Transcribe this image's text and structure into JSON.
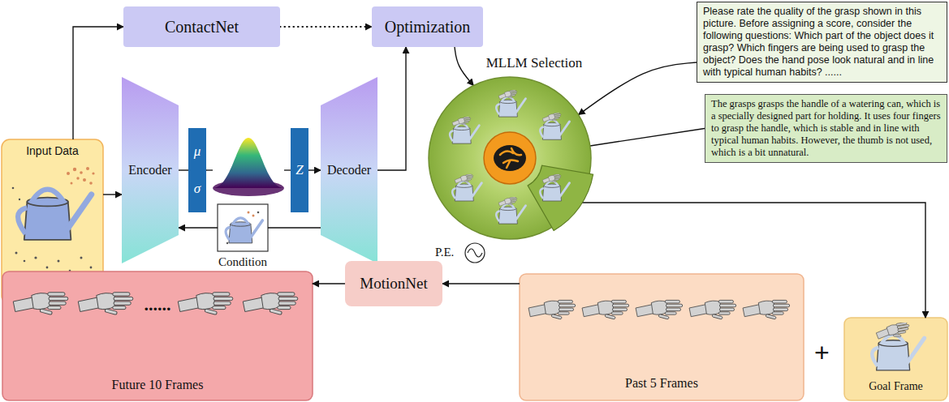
{
  "diagram": {
    "nodes": [
      {
        "text": [
          "ContactNet"
        ]
      },
      {
        "text": [
          "Optimization"
        ]
      },
      {
        "text": [
          "Input Data"
        ]
      },
      {
        "text": [
          "Encoder"
        ]
      },
      {
        "text": [
          "μ",
          "σ"
        ]
      },
      {
        "text": [
          "Z"
        ]
      },
      {
        "text": [
          "Decoder"
        ]
      },
      {
        "text": [
          "Condition"
        ]
      },
      {
        "text": [
          "MLLM Selection"
        ]
      },
      {
        "text": [
          "Please rate the quality of the grasp shown in this picture. Before assigning a score, consider the following questions: Which part of the object does it grasp? Which fingers are being used to grasp the object? Does the hand pose look natural and in line with typical human habits? ......"
        ]
      },
      {
        "text": [
          "The grasps grasps the handle of a watering can, which is a specially designed part for holding. It uses four fingers to grasp the handle, which is stable and in line with typical human habits. However, the thumb is not used, which is a bit unnatural."
        ]
      },
      {
        "text": [
          "......",
          "Future 10 Frames"
        ]
      },
      {
        "text": [
          "MotionNet"
        ]
      },
      {
        "text": [
          "Past 5 Frames"
        ]
      },
      {
        "text": [
          "Goal Frame"
        ]
      }
    ],
    "edges": [
      {
        "from": 2,
        "to": 0,
        "arrow": "to"
      },
      {
        "from": 0,
        "to": 1,
        "arrow": "to"
      },
      {
        "from": 2,
        "to": 3,
        "arrow": "to"
      },
      {
        "from": 3,
        "to": 4,
        "arrow": "none"
      },
      {
        "from": 5,
        "to": 6,
        "arrow": "to"
      },
      {
        "from": 7,
        "to": 3,
        "arrow": "to"
      },
      {
        "from": 7,
        "to": 6,
        "arrow": "none"
      },
      {
        "from": 6,
        "to": 1,
        "arrow": "to"
      },
      {
        "from": 1,
        "to": 8,
        "arrow": "to"
      },
      {
        "from": 9,
        "to": 8,
        "arrow": "to"
      },
      {
        "from": 8,
        "to": 10,
        "arrow": "none"
      },
      {
        "from": 8,
        "to": 14,
        "arrow": "to"
      },
      {
        "from": 13,
        "to": 12,
        "arrow": "to"
      },
      {
        "from": 12,
        "to": 11,
        "arrow": "to"
      }
    ],
    "labels": [
      "P.E.",
      "+"
    ]
  }
}
